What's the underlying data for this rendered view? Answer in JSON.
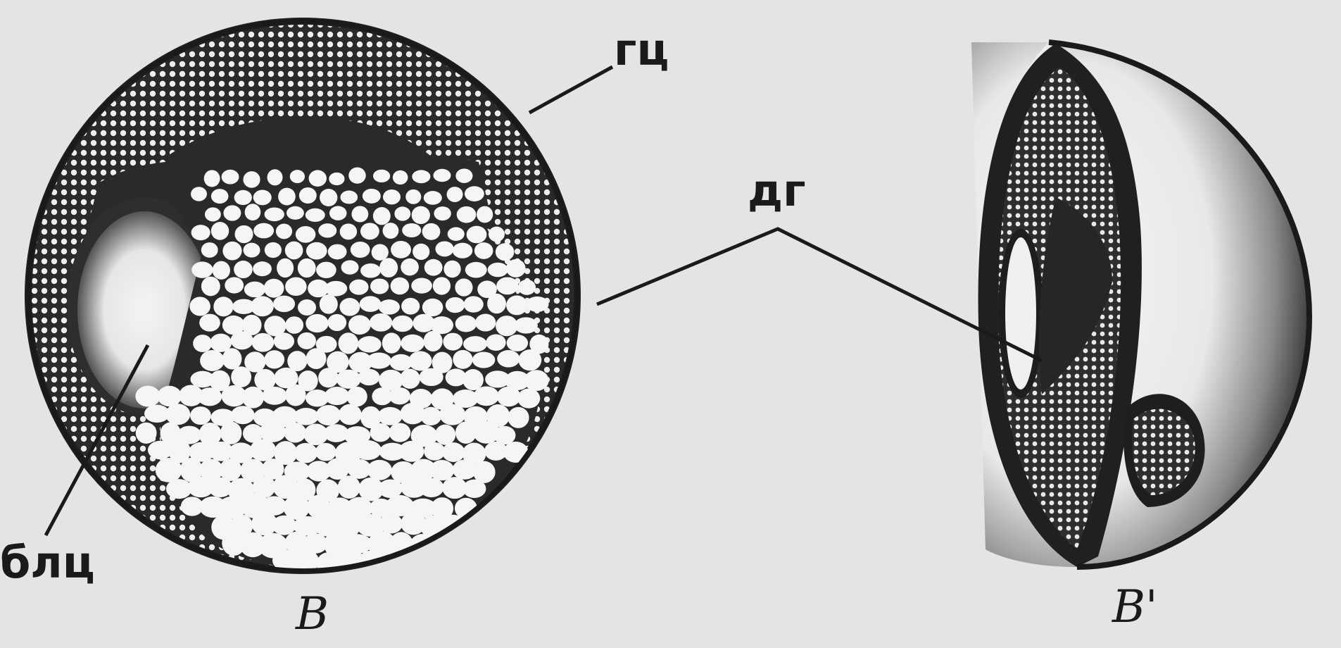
{
  "figure": {
    "labels": {
      "gc": "гц",
      "dg": "дг",
      "blc": "блц"
    },
    "captions": {
      "left": "В",
      "right": "В'"
    },
    "colors": {
      "background": "#e4e4e2",
      "ink": "#1a1a1a",
      "cell_fill": "#f5f5f3"
    }
  }
}
